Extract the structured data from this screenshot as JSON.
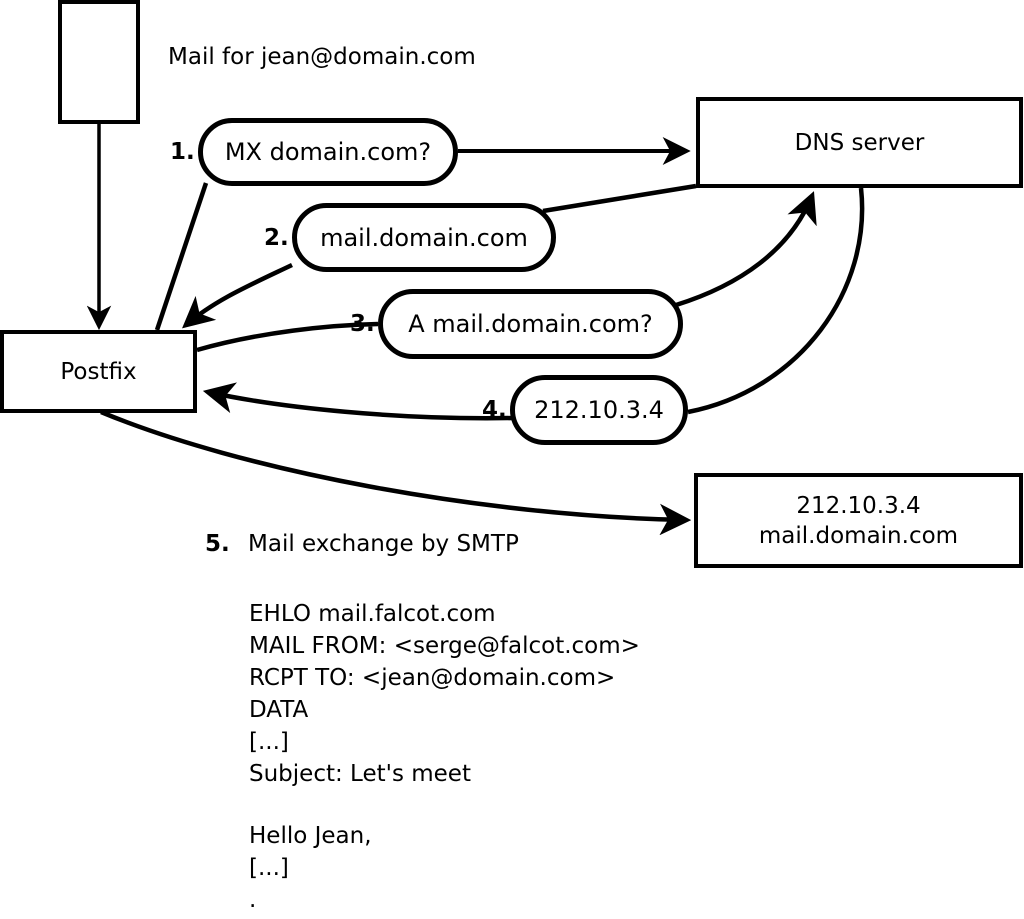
{
  "diagram": {
    "title_text": "Mail for jean@domain.com",
    "stroke_color": "#000000",
    "fill_color": "#ffffff",
    "background": "#ffffff",
    "nodes": {
      "sender_host": {
        "label": ""
      },
      "postfix": {
        "label": "Postfix"
      },
      "dns_server": {
        "label": "DNS server"
      },
      "remote_mx": {
        "line1": "212.10.3.4",
        "line2": "mail.domain.com"
      }
    },
    "steps": [
      {
        "number": "1.",
        "bubble": "MX domain.com?"
      },
      {
        "number": "2.",
        "bubble": "mail.domain.com"
      },
      {
        "number": "3.",
        "bubble": "A mail.domain.com?"
      },
      {
        "number": "4.",
        "bubble": "212.10.3.4"
      },
      {
        "number": "5.",
        "label": "Mail exchange by SMTP"
      }
    ],
    "smtp_transcript": [
      "EHLO mail.falcot.com",
      "MAIL FROM: <serge@falcot.com>",
      "RCPT TO: <jean@domain.com>",
      "DATA",
      "[...]",
      "Subject: Let's meet",
      "",
      "Hello Jean,",
      "[...]",
      "."
    ]
  }
}
